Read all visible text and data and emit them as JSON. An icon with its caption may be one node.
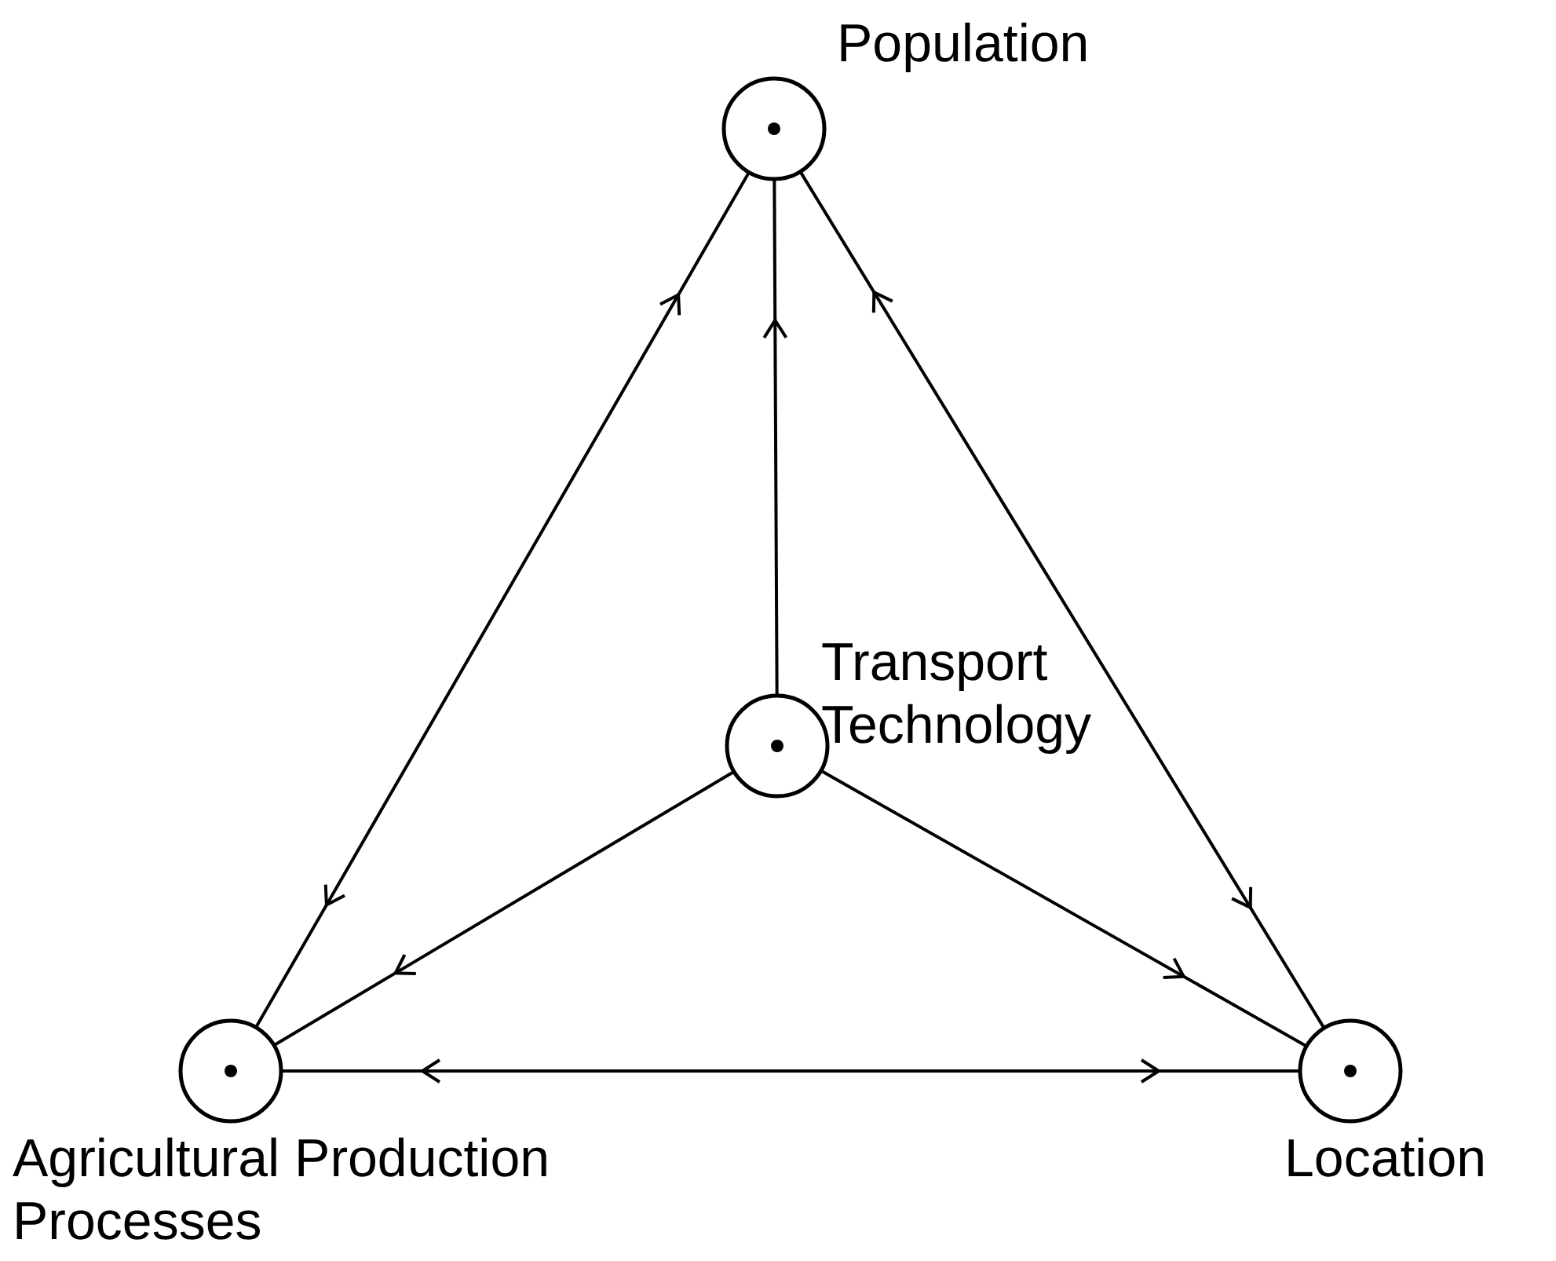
{
  "diagram": {
    "nodes": [
      {
        "text": [
          "Population"
        ]
      },
      {
        "text": [
          "Transport Technology"
        ]
      },
      {
        "text": [
          "Agricultural Production Processes"
        ]
      },
      {
        "text": [
          "Location"
        ]
      }
    ],
    "edges": [
      {
        "from": 0,
        "to": 2,
        "arrow": "both"
      },
      {
        "from": 1,
        "to": 0,
        "arrow": "to"
      },
      {
        "from": 0,
        "to": 3,
        "arrow": "both"
      },
      {
        "from": 1,
        "to": 2,
        "arrow": "to"
      },
      {
        "from": 1,
        "to": 3,
        "arrow": "to"
      },
      {
        "from": 2,
        "to": 3,
        "arrow": "both"
      }
    ]
  }
}
